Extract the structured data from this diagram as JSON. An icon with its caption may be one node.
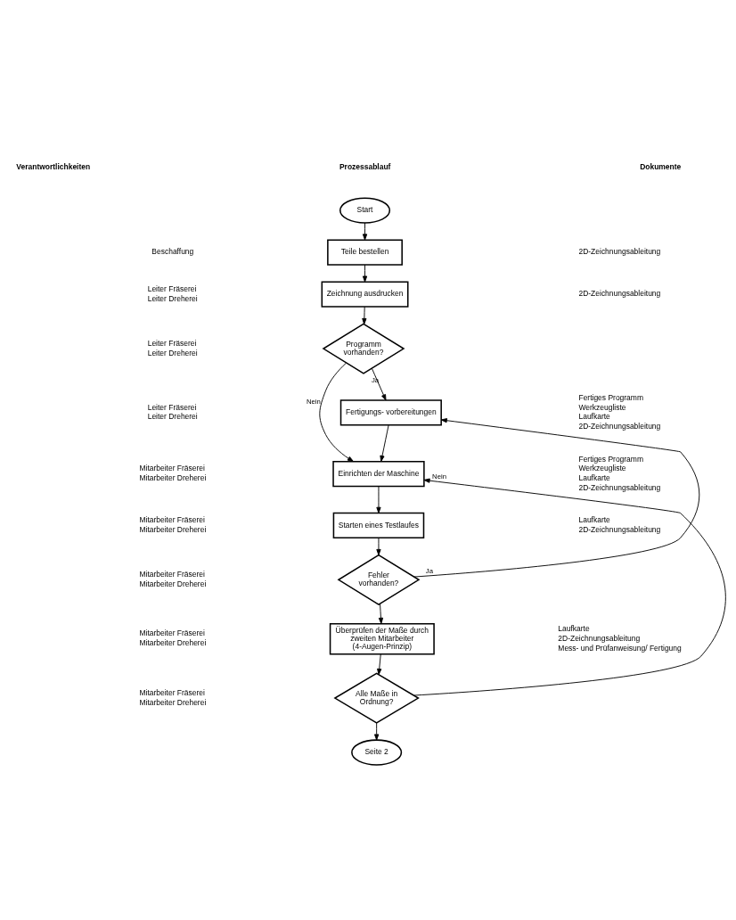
{
  "diagram": {
    "nodes": [
      {
        "text": [
          "Start"
        ]
      },
      {
        "text": [
          "Teile bestellen"
        ]
      },
      {
        "text": [
          "Zeichnung ausdrucken"
        ]
      },
      {
        "text": [
          "Programm vorhanden?"
        ]
      },
      {
        "text": [
          "Fertigungs- vorbereitungen"
        ]
      },
      {
        "text": [
          "Einrichten der Maschine"
        ]
      },
      {
        "text": [
          "Starten eines Testlaufes"
        ]
      },
      {
        "text": [
          "Fehler vorhanden?"
        ]
      },
      {
        "text": [
          "Überprüfen der Maße durch zweiten Mitarbeiter (4-Augen-Prinzip)"
        ]
      },
      {
        "text": [
          "Alle Maße in Ordnung?"
        ]
      },
      {
        "text": [
          "Seite 2"
        ]
      }
    ],
    "edges": [
      {
        "from": 0,
        "to": 1,
        "arrow": "to"
      },
      {
        "from": 1,
        "to": 2,
        "arrow": "to"
      },
      {
        "from": 2,
        "to": 3,
        "arrow": "to"
      },
      {
        "from": 3,
        "to": 4,
        "arrow": "to",
        "label": "Ja"
      },
      {
        "from": 3,
        "to": 5,
        "arrow": "to",
        "label": "Nein"
      },
      {
        "from": 4,
        "to": 5,
        "arrow": "to"
      },
      {
        "from": 5,
        "to": 6,
        "arrow": "to"
      },
      {
        "from": 6,
        "to": 7,
        "arrow": "to"
      },
      {
        "from": 7,
        "to": 4,
        "arrow": "to",
        "label": "Ja"
      },
      {
        "from": 7,
        "to": 8,
        "arrow": "to"
      },
      {
        "from": 8,
        "to": 9,
        "arrow": "to"
      },
      {
        "from": 9,
        "to": 5,
        "arrow": "to",
        "label": "Nein"
      },
      {
        "from": 9,
        "to": 10,
        "arrow": "to"
      }
    ],
    "labels": [
      "Verantwortlichkeiten",
      "Prozessablauf",
      "Dokumente",
      "Beschaffung",
      "2D-Zeichnungsableitung",
      "Leiter Fräserei",
      "Leiter Dreherei",
      "2D-Zeichnungsableitung",
      "Leiter Fräserei",
      "Leiter Dreherei",
      "Leiter Fräserei",
      "Leiter Dreherei",
      "Fertiges Programm",
      "Werkzeugliste",
      "Laufkarte",
      "2D-Zeichnungsableitung",
      "Mitarbeiter Fräserei",
      "Mitarbeiter Dreherei",
      "Fertiges Programm",
      "Werkzeugliste",
      "Laufkarte",
      "2D-Zeichnungsableitung",
      "Mitarbeiter Fräserei",
      "Mitarbeiter Dreherei",
      "Laufkarte",
      "2D-Zeichnungsableitung",
      "Mitarbeiter Fräserei",
      "Mitarbeiter Dreherei",
      "Mitarbeiter Fräserei",
      "Mitarbeiter Dreherei",
      "Laufkarte",
      "2D-Zeichnungsableitung",
      "Mess- und Prüfanweisung/ Fertigung",
      "Mitarbeiter Fräserei",
      "Mitarbeiter Dreherei"
    ]
  }
}
